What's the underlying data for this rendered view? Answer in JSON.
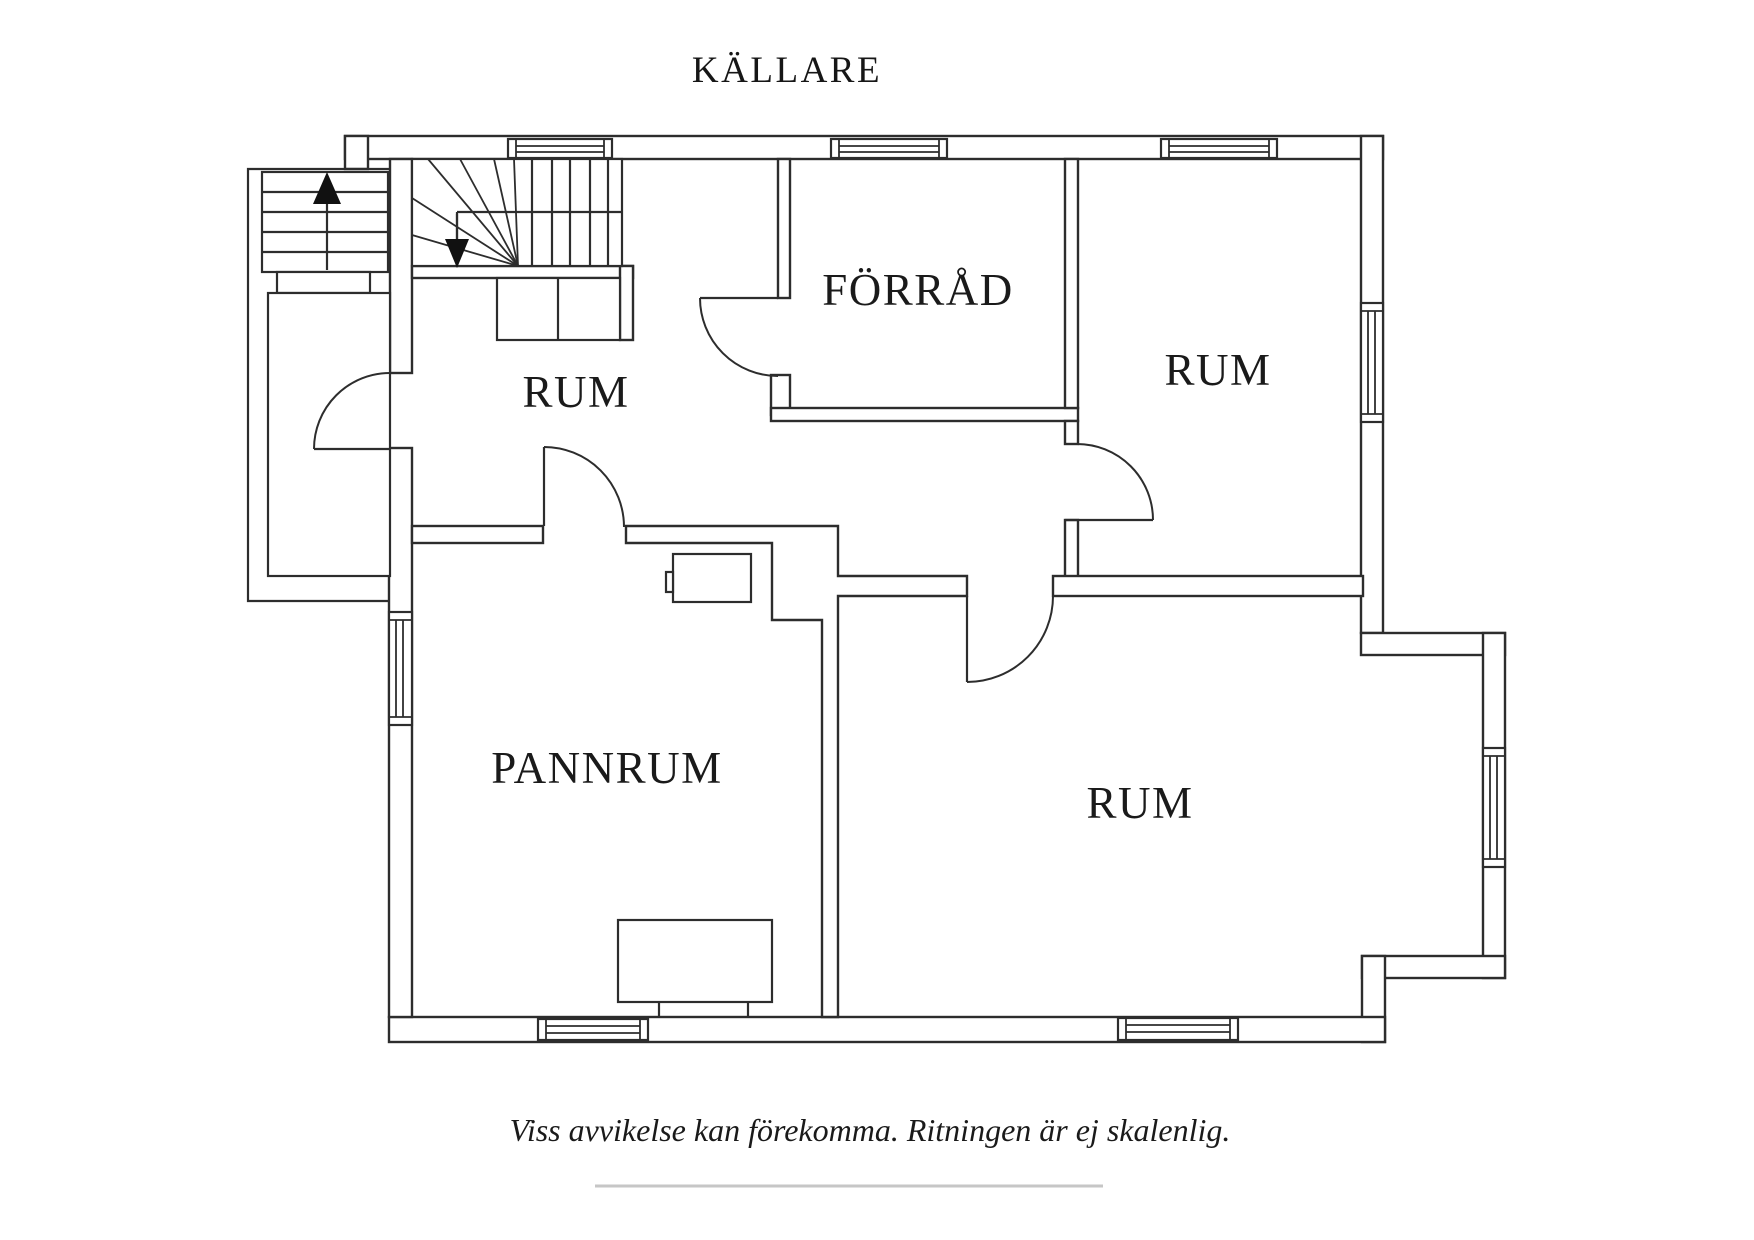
{
  "colors": {
    "background": "#ffffff",
    "line": "#2d2d2d",
    "text": "#1a1a1a",
    "faint_line": "#c6c6c6"
  },
  "header": {
    "title": "KÄLLARE"
  },
  "rooms": [
    {
      "id": "rum-hall",
      "label": "RUM"
    },
    {
      "id": "forrad",
      "label": "FÖRRÅD"
    },
    {
      "id": "rum-ne",
      "label": "RUM"
    },
    {
      "id": "pannrum",
      "label": "PANNRUM"
    },
    {
      "id": "rum-se",
      "label": "RUM"
    }
  ],
  "fixtures": [
    {
      "id": "exterior-stairs",
      "name": "stairs-up"
    },
    {
      "id": "interior-stairs",
      "name": "winder-stairs-down"
    },
    {
      "id": "closet",
      "name": "under-stair-closet"
    },
    {
      "id": "boiler",
      "name": "boiler-unit"
    },
    {
      "id": "workbench",
      "name": "equipment-bench"
    }
  ],
  "footer": {
    "disclaimer": "Viss avvikelse kan förekomma. Ritningen är ej skalenlig."
  }
}
